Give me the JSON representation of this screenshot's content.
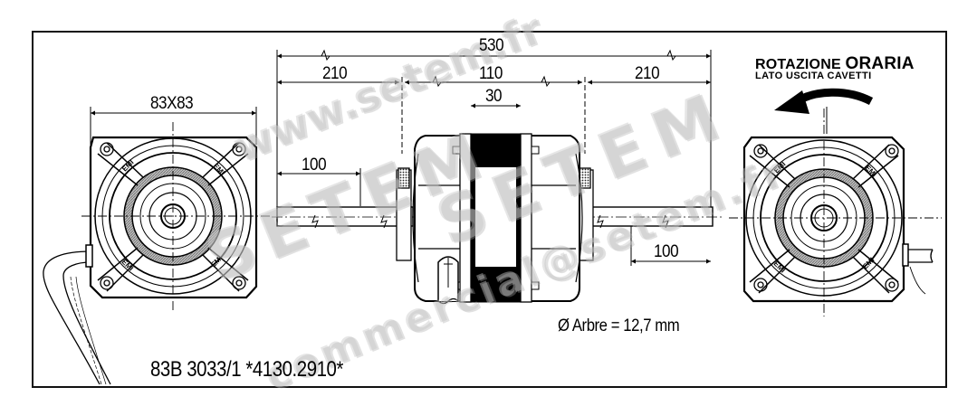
{
  "drawing": {
    "dimensions": {
      "overall_length": "530",
      "left_shaft": "210",
      "body_length": "110",
      "right_shaft": "210",
      "core_width": "30",
      "left_shaft_end": "100",
      "right_shaft_end": "100",
      "flange_size": "83X83"
    },
    "rotation": {
      "title_prefix": "ROTAZIONE",
      "title_main": "ORARIA",
      "subtitle": "LATO USCITA CAVETTI",
      "arrow_icon": "counterclockwise-arrow"
    },
    "end_plate_marking": "EMI",
    "shaft_diameter": "Ø Arbre = 12,7 mm",
    "model_code": "83B 3033/1 *4130.2910*"
  },
  "watermarks": [
    "www.setem.fr",
    "SETEM",
    "SETEM",
    "commercial@setem.fr"
  ],
  "colors": {
    "line": "#000000",
    "background": "#ffffff",
    "watermark": "#c8c8c8",
    "hatch": "#9a9a9a"
  }
}
